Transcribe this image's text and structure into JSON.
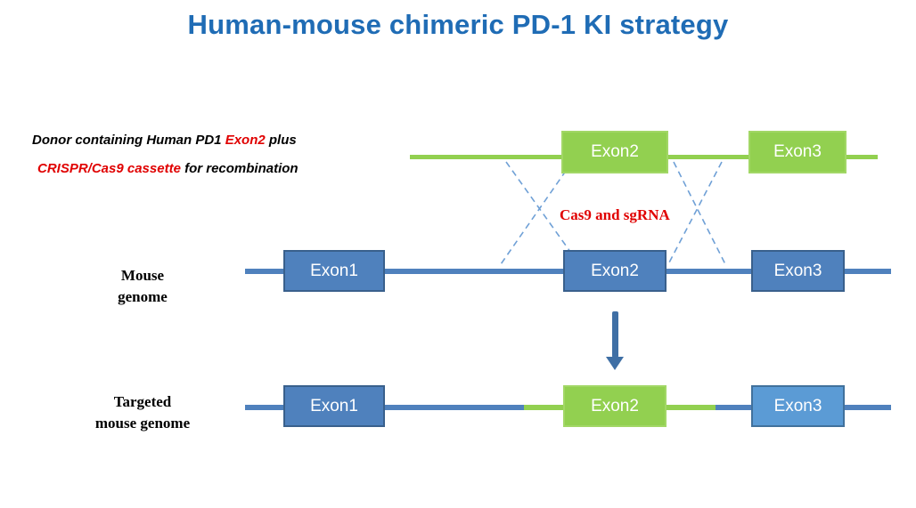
{
  "title": "Human-mouse chimeric PD-1 KI strategy",
  "caption": {
    "line1": {
      "pre": "Donor containing Human PD1 ",
      "red": "Exon2",
      "post": " plus"
    },
    "line2": {
      "red": "CRISPR/Cas9 cassette",
      "post": " for recombination"
    }
  },
  "cas9_label": "Cas9 and sgRNA",
  "donor": {
    "exons": [
      {
        "label": "Exon2"
      },
      {
        "label": "Exon3"
      }
    ]
  },
  "mouse": {
    "label_line1": "Mouse",
    "label_line2": "genome",
    "exons": [
      {
        "label": "Exon1"
      },
      {
        "label": "Exon2"
      },
      {
        "label": "Exon3"
      }
    ]
  },
  "targeted": {
    "label_line1": "Targeted",
    "label_line2": "mouse genome",
    "exons": [
      {
        "label": "Exon1"
      },
      {
        "label": "Exon2"
      },
      {
        "label": "Exon3"
      }
    ]
  },
  "colors": {
    "title_blue": "#1f6cb5",
    "green": "#92d050",
    "blue": "#4f81bd",
    "light_blue": "#5b9bd5",
    "red": "#e00000",
    "dashed_blue": "#6fa0d6",
    "arrow_blue": "#3f6fa5"
  }
}
